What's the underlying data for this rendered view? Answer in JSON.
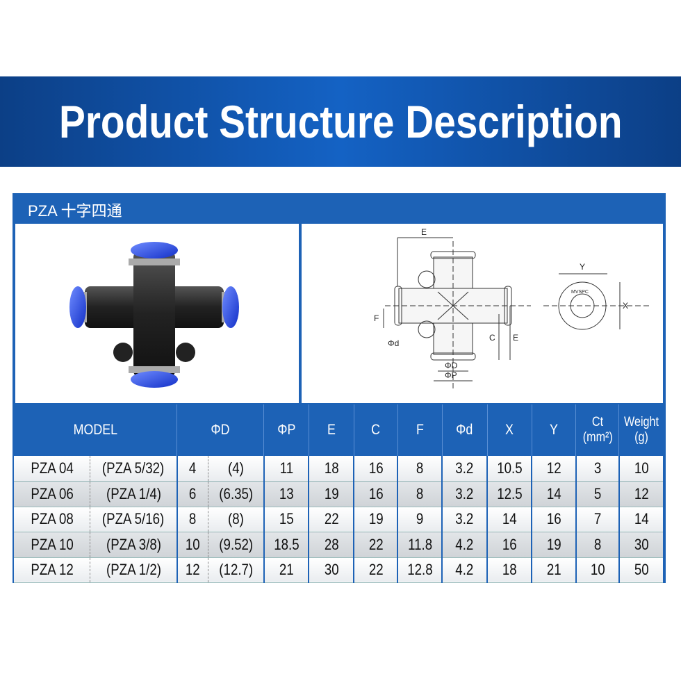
{
  "banner": {
    "title": "Product Structure Description"
  },
  "panel": {
    "title": "PZA 十字四通"
  },
  "diagram": {
    "labels": {
      "E": "E",
      "Y": "Y",
      "X": "X",
      "F": "F",
      "C": "C",
      "d": "Φd",
      "D": "ΦD",
      "P": "ΦP",
      "brand": "MVSPC"
    }
  },
  "table": {
    "headers": [
      "MODEL",
      "ΦD",
      "ΦP",
      "E",
      "C",
      "F",
      "Φd",
      "X",
      "Y",
      "Ct (mm²)",
      "Weight (g)"
    ],
    "rows": [
      [
        "PZA 04",
        "(PZA 5/32)",
        "4",
        "(4)",
        "11",
        "18",
        "16",
        "8",
        "3.2",
        "10.5",
        "12",
        "3",
        "10"
      ],
      [
        "PZA 06",
        "(PZA 1/4)",
        "6",
        "(6.35)",
        "13",
        "19",
        "16",
        "8",
        "3.2",
        "12.5",
        "14",
        "5",
        "12"
      ],
      [
        "PZA 08",
        "(PZA 5/16)",
        "8",
        "(8)",
        "15",
        "22",
        "19",
        "9",
        "3.2",
        "14",
        "16",
        "7",
        "14"
      ],
      [
        "PZA 10",
        "(PZA 3/8)",
        "10",
        "(9.52)",
        "18.5",
        "28",
        "22",
        "11.8",
        "4.2",
        "16",
        "19",
        "8",
        "30"
      ],
      [
        "PZA 12",
        "(PZA 1/2)",
        "12",
        "(12.7)",
        "21",
        "30",
        "22",
        "12.8",
        "4.2",
        "18",
        "21",
        "10",
        "50"
      ]
    ]
  }
}
